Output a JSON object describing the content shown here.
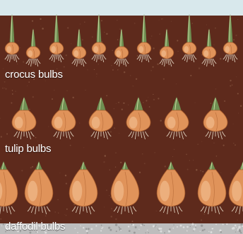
{
  "layers": [
    {
      "id": "crocus",
      "label": "crocus bulbs"
    },
    {
      "id": "tulip",
      "label": "tulip bulbs"
    },
    {
      "id": "daffodil",
      "label": "daffodil bulbs"
    }
  ],
  "colors": {
    "sky": "#d8e8ec",
    "soil": "#5e2a1c",
    "soil_speck": "#8a5a44",
    "bulb": "#e0935a",
    "bulb_highlight": "#f6c79a",
    "bulb_shadow": "#a85c2c",
    "sprout": "#6f8f52",
    "sprout_light": "#c8d8a0",
    "root": "#e8dcc8",
    "gravel": "#bdbdbd",
    "label": "#ffffff"
  }
}
